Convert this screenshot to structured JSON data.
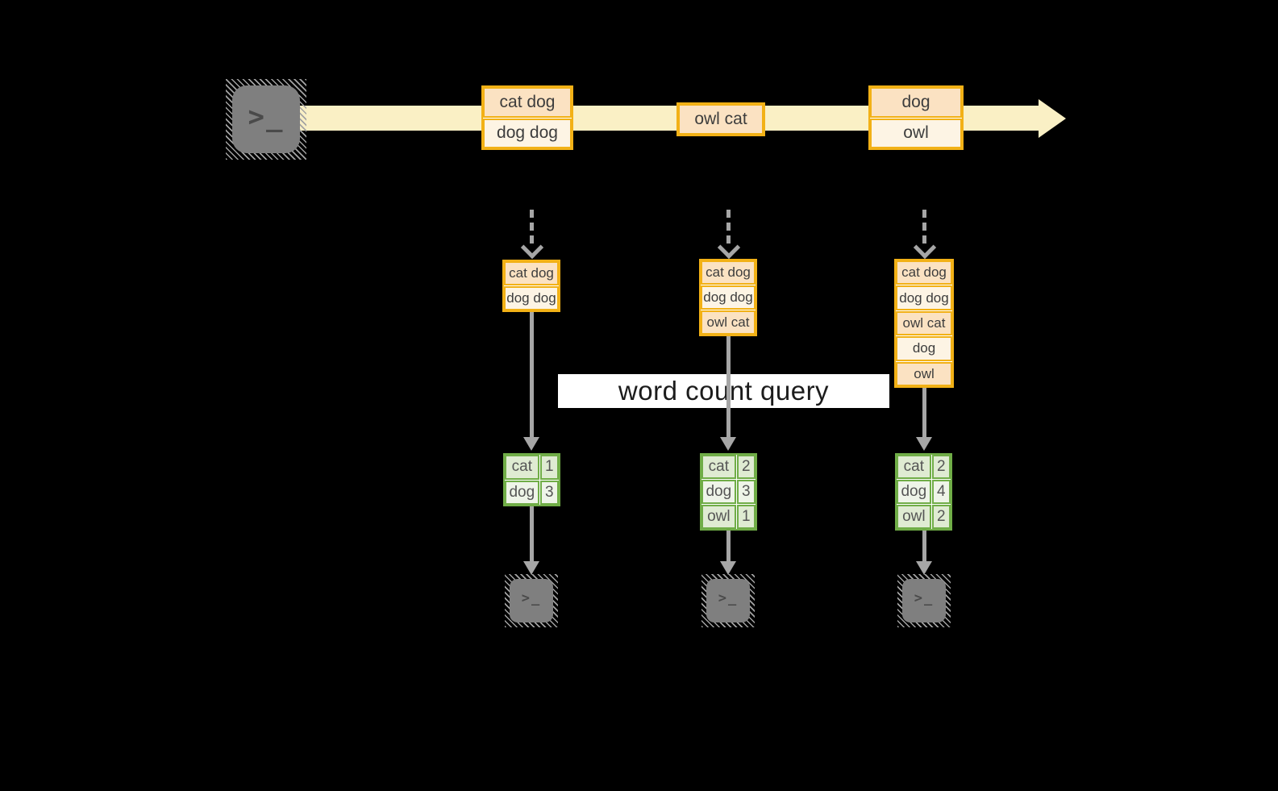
{
  "diagram": {
    "query_label": "word count query",
    "terminal_glyph": ">_",
    "stream": {
      "groups": [
        {
          "items": [
            "cat dog",
            "dog dog"
          ]
        },
        {
          "items": [
            "owl cat"
          ]
        },
        {
          "items": [
            "dog",
            "owl"
          ]
        }
      ]
    },
    "columns": [
      {
        "buffer": [
          "cat dog",
          "dog dog"
        ],
        "counts": [
          {
            "word": "cat",
            "count": "1"
          },
          {
            "word": "dog",
            "count": "3"
          }
        ]
      },
      {
        "buffer": [
          "cat dog",
          "dog dog",
          "owl cat"
        ],
        "counts": [
          {
            "word": "cat",
            "count": "2"
          },
          {
            "word": "dog",
            "count": "3"
          },
          {
            "word": "owl",
            "count": "1"
          }
        ]
      },
      {
        "buffer": [
          "cat dog",
          "dog dog",
          "owl cat",
          "dog",
          "owl"
        ],
        "counts": [
          {
            "word": "cat",
            "count": "2"
          },
          {
            "word": "dog",
            "count": "4"
          },
          {
            "word": "owl",
            "count": "2"
          }
        ]
      }
    ],
    "colors": {
      "background": "#000000",
      "stream_band": "#faf0c5",
      "box_border": "#f2b116",
      "box_fill_peach": "#fbe2c2",
      "box_fill_cream": "#fdf4e4",
      "table_border": "#70ad47",
      "table_fill_dark": "#dfebd2",
      "table_fill_light": "#eef4e8",
      "arrow_gray": "#a6a6a6",
      "terminal_gray": "#7f7f7f"
    }
  }
}
